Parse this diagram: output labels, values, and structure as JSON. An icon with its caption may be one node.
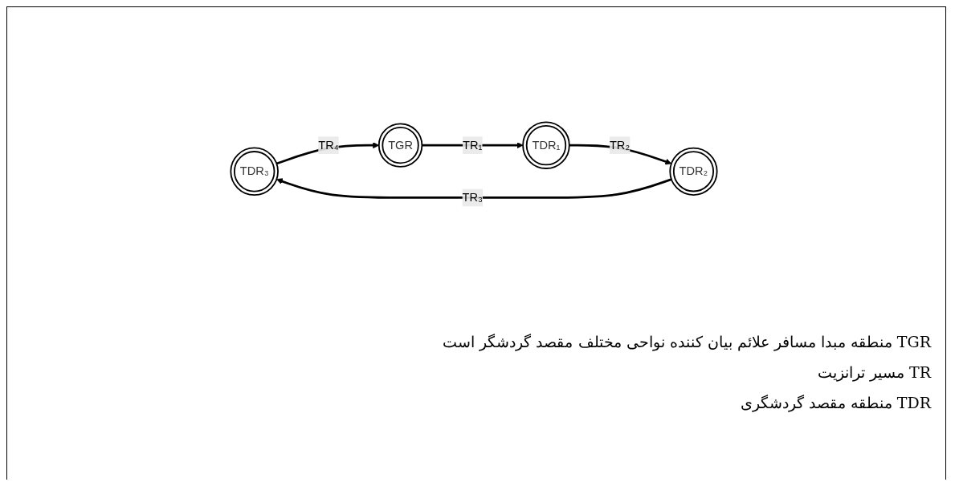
{
  "diagram": {
    "nodes": [
      {
        "text": [
          "TDR₃"
        ]
      },
      {
        "text": [
          "TDR₂"
        ]
      },
      {
        "text": [
          "TGR"
        ]
      },
      {
        "text": [
          "TDR₁"
        ]
      }
    ],
    "edges": [
      {
        "from": 2,
        "to": 3,
        "arrow": "to",
        "label": "TR₁"
      },
      {
        "from": 3,
        "to": 1,
        "arrow": "to",
        "label": "TR₂"
      },
      {
        "from": 1,
        "to": 0,
        "arrow": "to",
        "label": "TR₃"
      },
      {
        "from": 0,
        "to": 2,
        "arrow": "to",
        "label": "TR₄"
      }
    ],
    "labels": [
      "TGR منطقه مبدا مسافر علائم بیان کننده نواحی مختلف مقصد گردشگر است",
      "TR مسیر ترانزیت",
      "TDR منطقه مقصد گردشگری"
    ]
  }
}
